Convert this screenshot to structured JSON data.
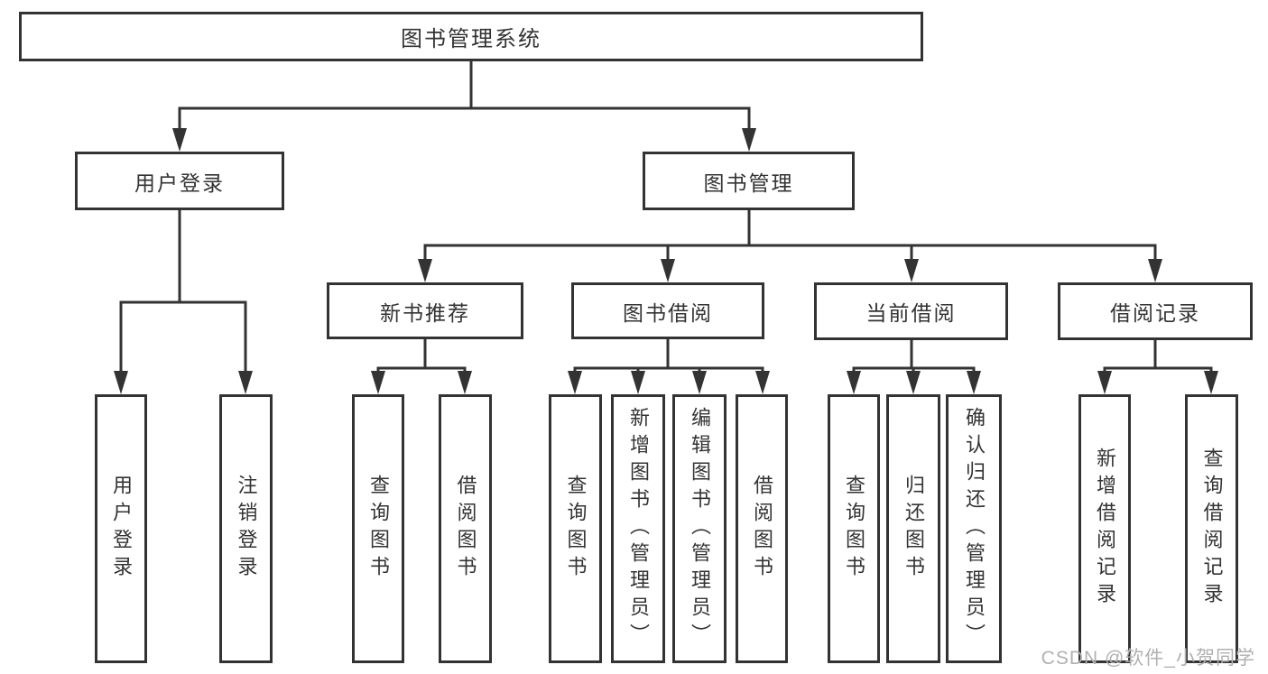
{
  "diagram": {
    "type": "tree",
    "root": {
      "label": "图书管理系统"
    },
    "level1": [
      {
        "label": "用户登录",
        "children": [
          "用户登录",
          "注销登录"
        ]
      },
      {
        "label": "图书管理",
        "children": [
          {
            "label": "新书推荐",
            "children": [
              "查询图书",
              "借阅图书"
            ]
          },
          {
            "label": "图书借阅",
            "children": [
              "查询图书",
              "新增图书（管理员）",
              "编辑图书（管理员）",
              "借阅图书"
            ]
          },
          {
            "label": "当前借阅",
            "children": [
              "查询图书",
              "归还图书",
              "确认归还（管理员）"
            ]
          },
          {
            "label": "借阅记录",
            "children": [
              "新增借阅记录",
              "查询借阅记录"
            ]
          }
        ]
      }
    ],
    "line_color": "#333333",
    "box_background": "#ffffff"
  },
  "watermark": {
    "text": "CSDN @软件_小贺同学"
  }
}
